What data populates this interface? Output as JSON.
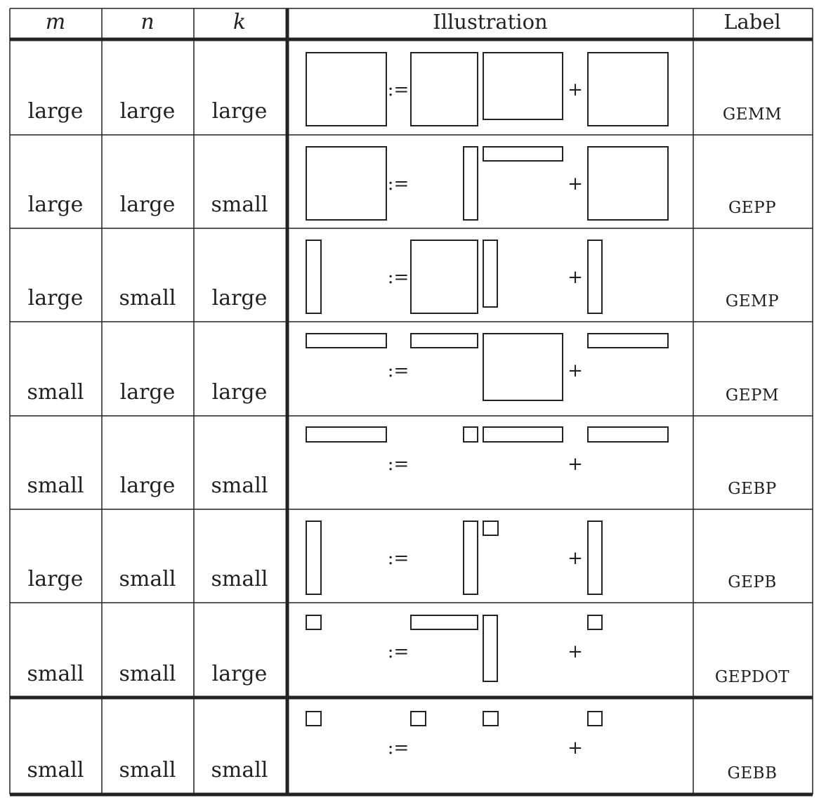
{
  "headers": {
    "m": "m",
    "n": "n",
    "k": "k",
    "illustration": "Illustration",
    "label": "Label"
  },
  "operators": {
    "assign": ":=",
    "plus": "+"
  },
  "rows": [
    {
      "m": "large",
      "n": "large",
      "k": "large",
      "label": "GEMM"
    },
    {
      "m": "large",
      "n": "large",
      "k": "small",
      "label": "GEPP"
    },
    {
      "m": "large",
      "n": "small",
      "k": "large",
      "label": "GEMP"
    },
    {
      "m": "small",
      "n": "large",
      "k": "large",
      "label": "GEPM"
    },
    {
      "m": "small",
      "n": "large",
      "k": "small",
      "label": "GEBP"
    },
    {
      "m": "large",
      "n": "small",
      "k": "small",
      "label": "GEPB"
    },
    {
      "m": "small",
      "n": "small",
      "k": "large",
      "label": "GEPDOT"
    },
    {
      "m": "small",
      "n": "small",
      "k": "small",
      "label": "GEBB"
    }
  ]
}
